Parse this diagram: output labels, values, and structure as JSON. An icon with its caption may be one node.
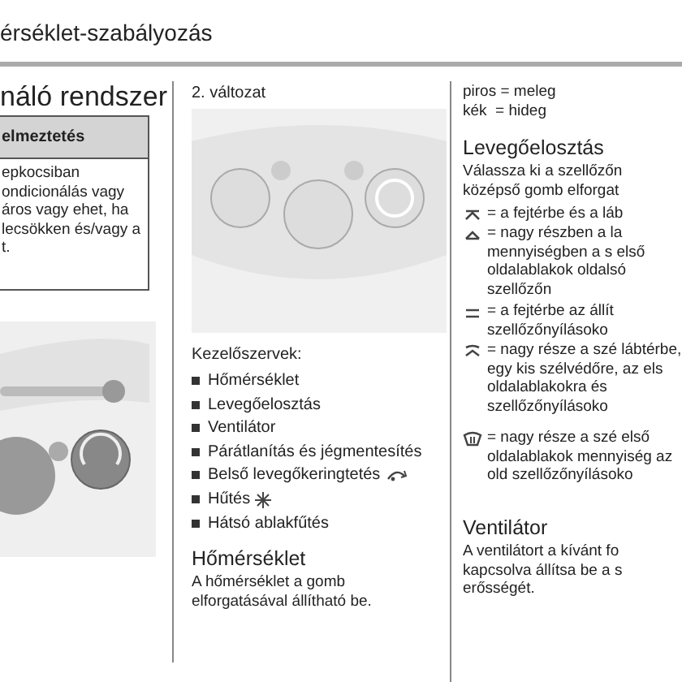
{
  "diagram": {
    "nodes": [
      {
        "text": [
          "elmeztetés",
          "epkocsiban ondicionálás vagy áros vagy ehet, ha lecsökken és/vagy a t."
        ]
      }
    ],
    "labels": [
      "érséklet-szabályozás",
      "náló rendszer",
      "2. változat",
      "Kezelőszervek:",
      "Hőmérséklet",
      "Levegőelosztás",
      "Ventilátor",
      "Párátlanítás és jégmentesítés",
      "Belső levegőkeringtetés",
      "Hűtés",
      "Hátsó ablakfűtés",
      "Hőmérséklet",
      "A hőmérséklet a gomb elforgatásával állítható be.",
      "piros = meleg",
      "kék  = hideg",
      "Levegőelosztás",
      "Válassza ki a szellőzőn középső gomb elforgat",
      "= a fejtérbe és a láb",
      "= nagy részben a la mennyiségben a s első oldalablakok oldalsó szellőzőn",
      "= a fejtérbe az állít szellőzőnyílásoko",
      "= nagy része a szé lábtérbe, egy kis szélvédőre, az els oldalablakokra és szellőzőnyílásoko",
      "= nagy része a szé első oldalablakok mennyiség az old szellőzőnyílásoko",
      "Ventilátor",
      "A ventilátort a kívánt fo kapcsolva állítsa be a s erősségét."
    ]
  }
}
